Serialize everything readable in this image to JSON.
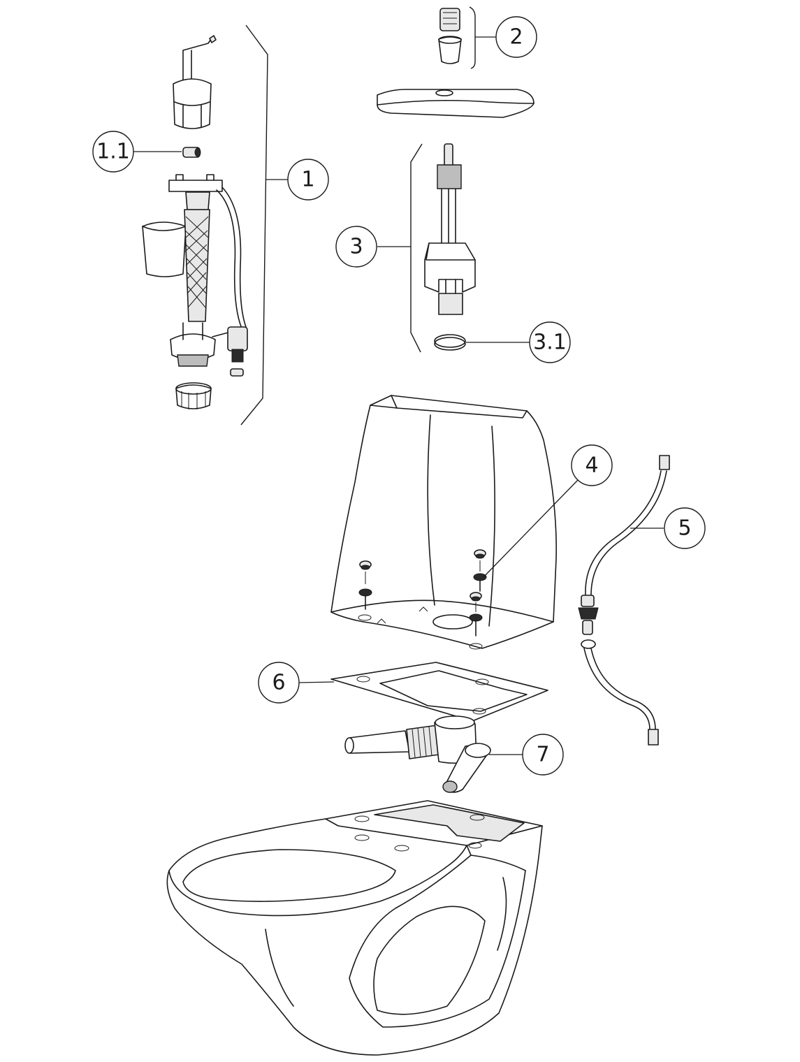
{
  "callouts": [
    {
      "id": "c1",
      "label": "1"
    },
    {
      "id": "c1-1",
      "label": "1.1"
    },
    {
      "id": "c2",
      "label": "2"
    },
    {
      "id": "c3",
      "label": "3"
    },
    {
      "id": "c3-1",
      "label": "3.1"
    },
    {
      "id": "c4",
      "label": "4"
    },
    {
      "id": "c5",
      "label": "5"
    },
    {
      "id": "c6",
      "label": "6"
    },
    {
      "id": "c7",
      "label": "7"
    }
  ]
}
